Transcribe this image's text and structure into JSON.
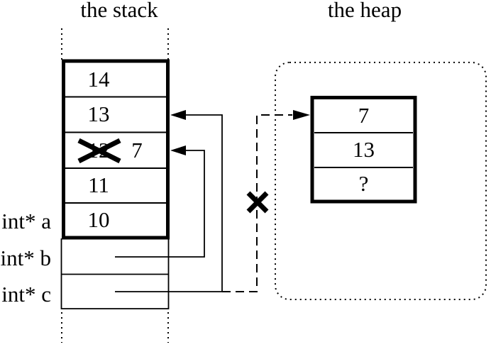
{
  "stack": {
    "title": "the stack",
    "cells": [
      {
        "value": "14",
        "crossed_out": false
      },
      {
        "value": "13",
        "crossed_out": false
      },
      {
        "value": "12",
        "crossed_out": true,
        "overwrite_value": "7"
      },
      {
        "value": "11",
        "crossed_out": false
      },
      {
        "value": "10",
        "crossed_out": false
      }
    ],
    "variables": [
      {
        "label": "int* a"
      },
      {
        "label": "int* b"
      },
      {
        "label": "int* c"
      }
    ]
  },
  "heap": {
    "title": "the heap",
    "cells": [
      {
        "value": "7"
      },
      {
        "value": "13"
      },
      {
        "value": "?"
      }
    ]
  },
  "colors": {
    "line": "#000000",
    "background": "#ffffff"
  }
}
